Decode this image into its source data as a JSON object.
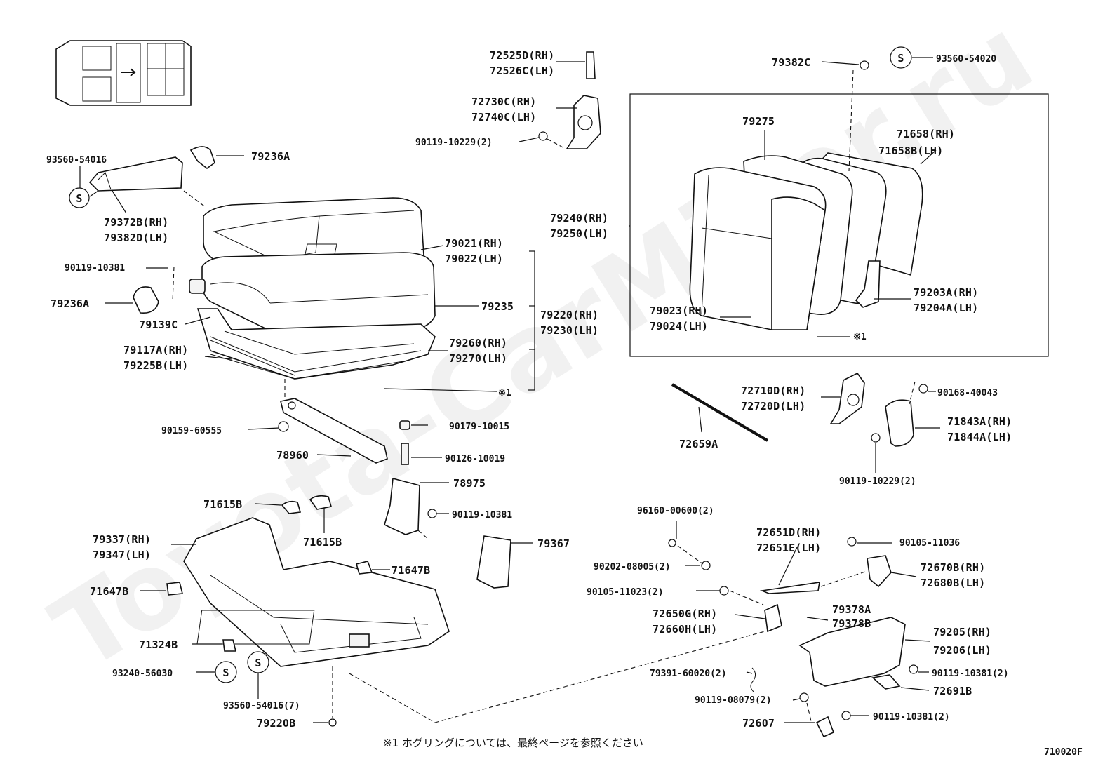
{
  "watermark": "Toyota-CarMiner.ru",
  "diagram_code": "710020F",
  "footnote": "※1  ホグリングについては、最終ページを参照ください",
  "footnote_ref": "※1",
  "s_symbol": "S",
  "labels": {
    "l_72525D": "72525D(RH)",
    "l_72526C": "72526C(LH)",
    "l_72730C": "72730C(RH)",
    "l_72740C": "72740C(LH)",
    "l_90119_10229_top": "90119-10229(2)",
    "l_79382C": "79382C",
    "l_93560_54020": "93560-54020",
    "l_79275": "79275",
    "l_71658": "71658(RH)",
    "l_71658B": "71658B(LH)",
    "l_79240": "79240(RH)",
    "l_79250": "79250(LH)",
    "l_79203A": "79203A(RH)",
    "l_79204A": "79204A(LH)",
    "l_79023": "79023(RH)",
    "l_79024": "79024(LH)",
    "l_93560_54016": "93560-54016",
    "l_79236A_top": "79236A",
    "l_79372B": "79372B(RH)",
    "l_79382D": "79382D(LH)",
    "l_90119_10381_left": "90119-10381",
    "l_79236A_left": "79236A",
    "l_79139C": "79139C",
    "l_79117A": "79117A(RH)",
    "l_79225B": "79225B(LH)",
    "l_79021": "79021(RH)",
    "l_79022": "79022(LH)",
    "l_79235": "79235",
    "l_79220": "79220(RH)",
    "l_79230": "79230(LH)",
    "l_79260": "79260(RH)",
    "l_79270": "79270(LH)",
    "l_90159_60555": "90159-60555",
    "l_78960": "78960",
    "l_90179_10015": "90179-10015",
    "l_90126_10019": "90126-10019",
    "l_78975": "78975",
    "l_90119_10381_mid": "90119-10381",
    "l_79367": "79367",
    "l_71615B_a": "71615B",
    "l_71615B_b": "71615B",
    "l_79337": "79337(RH)",
    "l_79347": "79347(LH)",
    "l_71647B_left": "71647B",
    "l_71647B_right": "71647B",
    "l_71324B": "71324B",
    "l_93240_56030": "93240-56030",
    "l_93560_54016_7": "93560-54016(7)",
    "l_79220B": "79220B",
    "l_72659A": "72659A",
    "l_72710D": "72710D(RH)",
    "l_72720D": "72720D(LH)",
    "l_90168_40043": "90168-40043",
    "l_71843A": "71843A(RH)",
    "l_71844A": "71844A(LH)",
    "l_90119_10229_right": "90119-10229(2)",
    "l_96160_00600": "96160-00600(2)",
    "l_72651D": "72651D(RH)",
    "l_72651E": "72651E(LH)",
    "l_90105_11036": "90105-11036",
    "l_90202_08005": "90202-08005(2)",
    "l_72670B": "72670B(RH)",
    "l_72680B": "72680B(LH)",
    "l_90105_11023": "90105-11023(2)",
    "l_79378A": "79378A",
    "l_79378B": "79378B",
    "l_72650G": "72650G(RH)",
    "l_72660H": "72660H(LH)",
    "l_79205": "79205(RH)",
    "l_79206": "79206(LH)",
    "l_90119_10381_2a": "90119-10381(2)",
    "l_79391_60020": "79391-60020(2)",
    "l_72691B": "72691B",
    "l_90119_08079": "90119-08079(2)",
    "l_72607": "72607",
    "l_90119_10381_2b": "90119-10381(2)"
  }
}
